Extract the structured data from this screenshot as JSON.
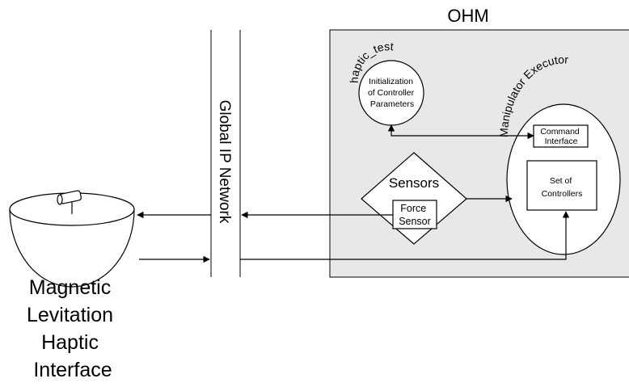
{
  "ohm": {
    "title": "OHM",
    "haptic_test": {
      "arc_label": "haptic_test",
      "body_lines": [
        "Initialization",
        "of Controller",
        "Parameters"
      ]
    },
    "sensors": {
      "label": "Sensors",
      "force_sensor_lines": [
        "Force",
        "Sensor"
      ]
    },
    "manipulator_executor": {
      "arc_label": "Manipulator Executor",
      "command_interface_lines": [
        "Command",
        "Interface"
      ],
      "controllers_lines": [
        "Set of",
        "Controllers"
      ]
    }
  },
  "network": {
    "label": "Global IP Network"
  },
  "haptic_device": {
    "label_lines": [
      "Magnetic",
      "Levitation",
      "Haptic",
      "Interface"
    ]
  },
  "colors": {
    "ohm_panel_fill": "#e8e8e8",
    "stroke": "#000000",
    "background": "#ffffff"
  }
}
